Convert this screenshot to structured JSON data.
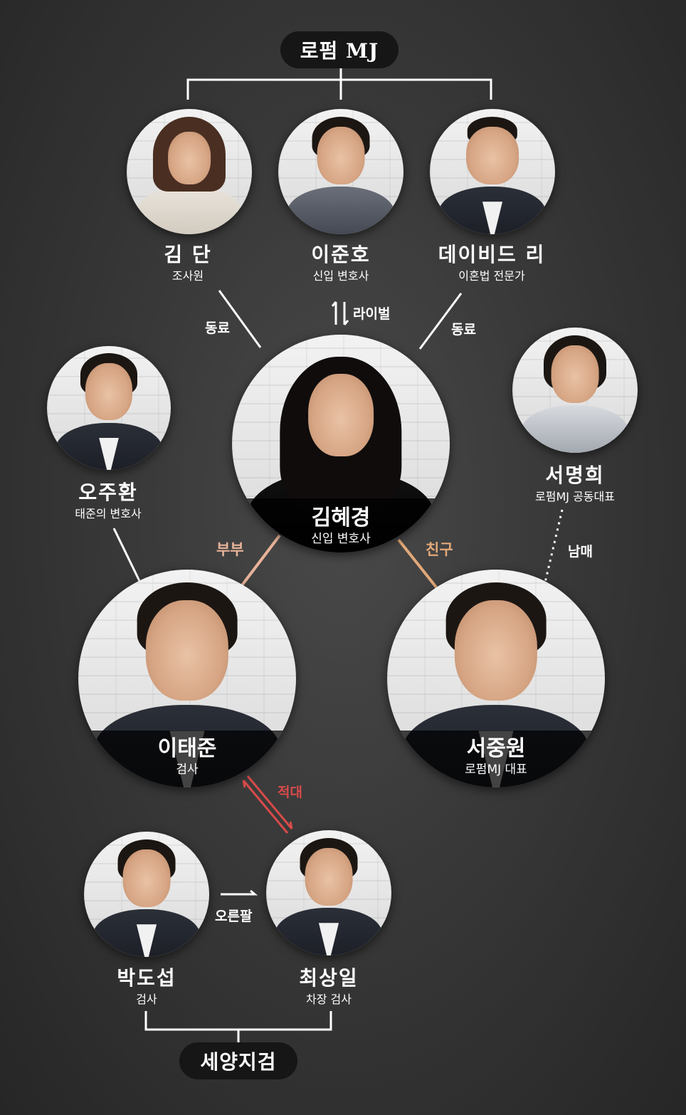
{
  "groups": {
    "top": "로펌 MJ",
    "bottom": "세양지검"
  },
  "people": {
    "kimdan": {
      "name": "김 단",
      "role": "조사원"
    },
    "leejunho": {
      "name": "이준호",
      "role": "신입 변호사"
    },
    "david": {
      "name": "데이비드 리",
      "role": "이혼법 전문가"
    },
    "ojuhwan": {
      "name": "오주환",
      "role": "태준의 변호사"
    },
    "kimhyekyung": {
      "name": "김혜경",
      "role": "신입 변호사"
    },
    "seomyunghee": {
      "name": "서명희",
      "role": "로펌MJ 공동대표"
    },
    "leetaejun": {
      "name": "이태준",
      "role": "검사"
    },
    "seojoongwon": {
      "name": "서중원",
      "role": "로펌MJ 대표"
    },
    "parkdoseob": {
      "name": "박도섭",
      "role": "검사"
    },
    "choisangil": {
      "name": "최상일",
      "role": "차장 검사"
    }
  },
  "relations": {
    "colleague_left": "동료",
    "rival": "라이벌",
    "colleague_right": "동료",
    "spouse": "부부",
    "friend": "친구",
    "siblings": "남매",
    "enemy": "적대",
    "right_hand": "오른팔"
  },
  "colors": {
    "spouse": "#e8b39a",
    "friend": "#e2a878",
    "enemy": "#d94a4a",
    "pill_bg": "#161616"
  }
}
